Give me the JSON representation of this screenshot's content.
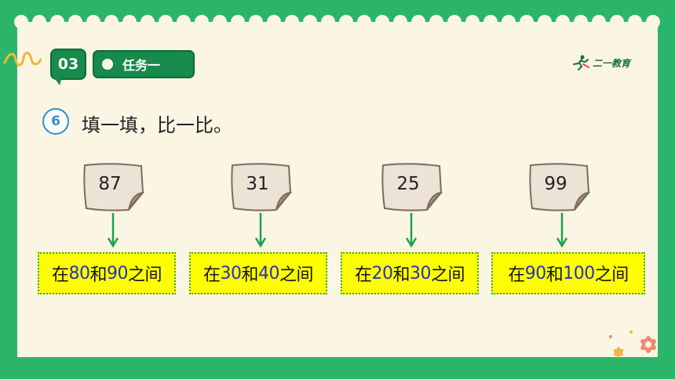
{
  "header": {
    "section_number": "03",
    "task_label": "任务一",
    "logo_text": "二一教育"
  },
  "question": {
    "number": "6",
    "instruction": "填一填，比一比。"
  },
  "items": [
    {
      "number": "87",
      "pre": "在",
      "low": "80",
      "mid": "和",
      "high": "90",
      "post": "之间"
    },
    {
      "number": "31",
      "pre": "在",
      "low": "30",
      "mid": "和",
      "high": "40",
      "post": "之间"
    },
    {
      "number": "25",
      "pre": "在",
      "low": "20",
      "mid": "和",
      "high": "30",
      "post": "之间"
    },
    {
      "number": "99",
      "pre": "在",
      "low": "90",
      "mid": "和",
      "high": "100",
      "post": "之间"
    }
  ],
  "colors": {
    "background": "#2bb56b",
    "paper": "#fbf6e4",
    "badge": "#178a4c",
    "answer_box": "#ffff00",
    "answer_number": "#2233bb",
    "arrow": "#1aa34a"
  },
  "icons": [
    "squiggle-decoration",
    "runner-logo-icon",
    "flower-decoration",
    "arrow-down-icon"
  ]
}
